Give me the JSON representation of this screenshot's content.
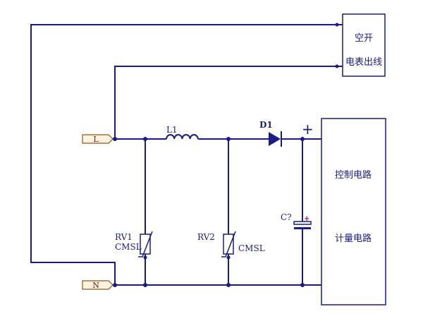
{
  "breaker_box": {
    "line1": "空开",
    "line2": "电表出线"
  },
  "control_box": {
    "line1": "控制电路",
    "line2": "计量电路"
  },
  "ports": {
    "live": "L",
    "neutral": "N"
  },
  "components": {
    "inductor": "L1",
    "diode": "D1",
    "varistor1_ref": "RV1",
    "varistor1_type": "CMSL",
    "varistor2_ref": "RV2",
    "varistor2_type": "CMSL",
    "capacitor": "C?",
    "plus_sign": "+",
    "cap_polarity": "+"
  },
  "colors": {
    "wire": "#1a1a8c",
    "port_fill": "#fdf2e0",
    "port_text": "#5a2a0a"
  }
}
